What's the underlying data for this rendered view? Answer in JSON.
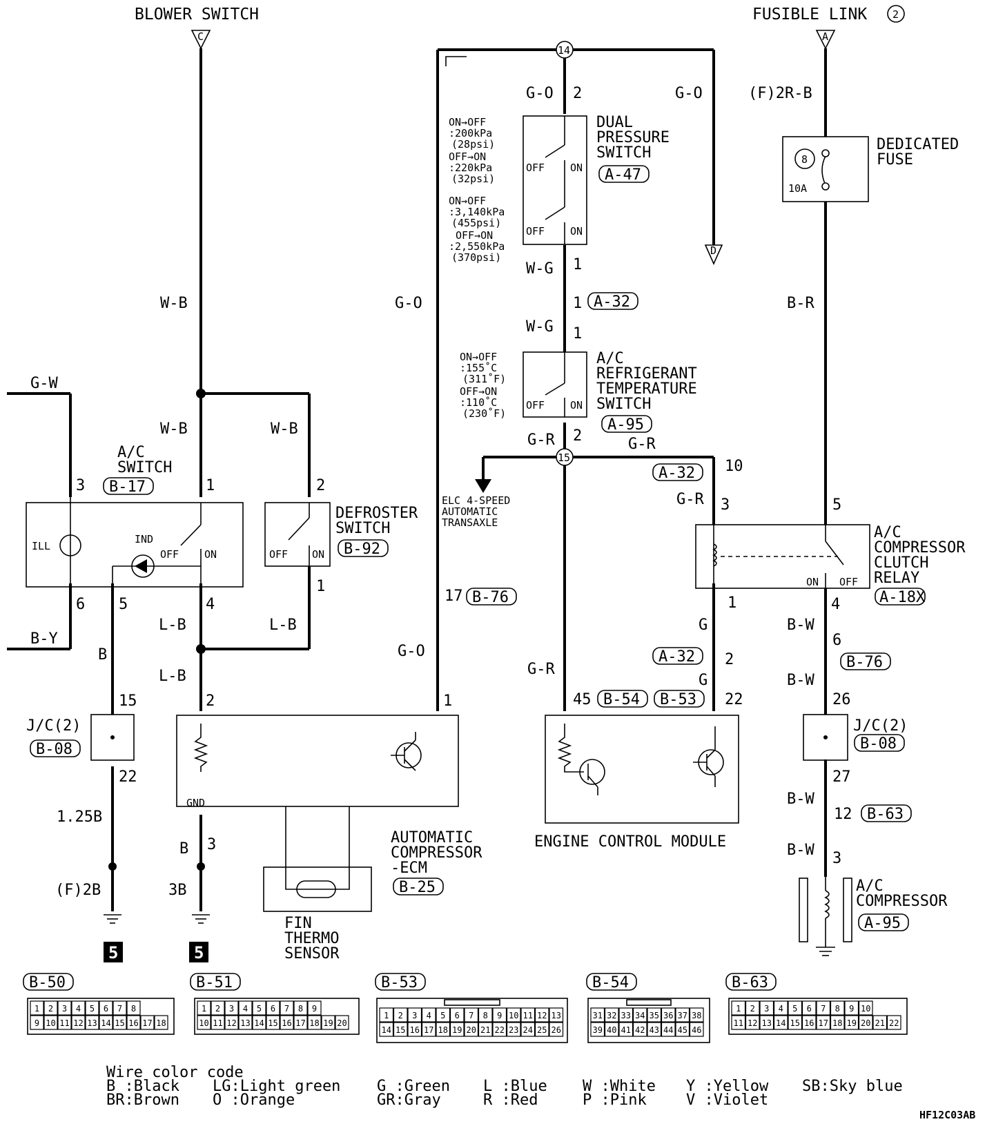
{
  "labels": {
    "blower_switch": "BLOWER SWITCH",
    "fusible_link": "FUSIBLE LINK",
    "fusible_link_num": "2",
    "conn_c": "C",
    "conn_a": "A",
    "conn_d": "D",
    "dual_pressure_switch": [
      "DUAL",
      "PRESSURE",
      "SWITCH"
    ],
    "dedicated_fuse": [
      "DEDICATED",
      "FUSE"
    ],
    "fuse_num": "8",
    "fuse_amp": "10A",
    "ac_switch": [
      "A/C",
      "SWITCH"
    ],
    "defroster_switch": [
      "DEFROSTER",
      "SWITCH"
    ],
    "refrigerant_switch": [
      "A/C",
      "REFRIGERANT",
      "TEMPERATURE",
      "SWITCH"
    ],
    "elc": [
      "ELC 4-SPEED",
      "AUTOMATIC",
      "TRANSAXLE"
    ],
    "clutch_relay": [
      "A/C",
      "COMPRESSOR",
      "CLUTCH",
      "RELAY"
    ],
    "auto_comp_ecm": [
      "AUTOMATIC",
      "COMPRESSOR",
      "-ECM"
    ],
    "ecm": "ENGINE CONTROL MODULE",
    "fin_thermo": [
      "FIN",
      "THERMO",
      "SENSOR"
    ],
    "ac_compressor": [
      "A/C",
      "COMPRESSOR"
    ],
    "jc2": "J/C(2)",
    "ill": "ILL",
    "ind": "IND",
    "gnd": "GND",
    "off": "OFF",
    "on": "ON",
    "ground_num": "5",
    "junction_14": "14",
    "junction_15": "15",
    "image_code": "HF12C03AB",
    "pressure_notes": [
      "ON→OFF",
      ":200kPa",
      "(28psi)",
      "OFF→ON",
      ":220kPa",
      "(32psi)",
      "ON→OFF",
      ":3,140kPa",
      "(455psi)",
      "OFF→ON",
      ":2,550kPa",
      "(370psi)"
    ],
    "temp_notes": [
      "ON→OFF",
      ":155˚C",
      "(311˚F)",
      "OFF→ON",
      ":110˚C",
      "(230˚F)"
    ]
  },
  "wires": {
    "w_b": "W-B",
    "g_w": "G-W",
    "b_y": "B-Y",
    "b": "B",
    "l_b": "L-B",
    "b125": "1.25B",
    "f2b": "(F)2B",
    "b3": "3B",
    "g_o": "G-O",
    "w_g": "W-G",
    "g_r": "G-R",
    "g": "G",
    "f2rb": "(F)2R-B",
    "b_r": "B-R",
    "b_w": "B-W"
  },
  "refs": {
    "a47": "A-47",
    "a32": "A-32",
    "a95": "A-95",
    "b17": "B-17",
    "b92": "B-92",
    "b76": "B-76",
    "b08": "B-08",
    "b25": "B-25",
    "b54": "B-54",
    "b53": "B-53",
    "a18x": "A-18X",
    "b63": "B-63",
    "b50": "B-50",
    "b51": "B-51"
  },
  "pins": {
    "p1": "1",
    "p2": "2",
    "p3": "3",
    "p4": "4",
    "p5": "5",
    "p6": "6",
    "p10": "10",
    "p12": "12",
    "p15": "15",
    "p17": "17",
    "p22": "22",
    "p26": "26",
    "p27": "27",
    "p45": "45"
  },
  "connectors": {
    "b50": {
      "row1": [
        "1",
        "2",
        "3",
        "4",
        "5",
        "6",
        "7",
        "8"
      ],
      "row2": [
        "9",
        "10",
        "11",
        "12",
        "13",
        "14",
        "15",
        "16",
        "17",
        "18"
      ]
    },
    "b51": {
      "row1": [
        "1",
        "2",
        "3",
        "4",
        "5",
        "6",
        "7",
        "8",
        "9"
      ],
      "row2": [
        "10",
        "11",
        "12",
        "13",
        "14",
        "15",
        "16",
        "17",
        "18",
        "19",
        "20"
      ]
    },
    "b53": {
      "row1": [
        "1",
        "2",
        "3",
        "4",
        "5",
        "6",
        "7",
        "8",
        "9",
        "10",
        "11",
        "12",
        "13"
      ],
      "row2": [
        "14",
        "15",
        "16",
        "17",
        "18",
        "19",
        "20",
        "21",
        "22",
        "23",
        "24",
        "25",
        "26"
      ]
    },
    "b54": {
      "row1": [
        "31",
        "32",
        "33",
        "34",
        "35",
        "36",
        "37",
        "38"
      ],
      "row2": [
        "39",
        "40",
        "41",
        "42",
        "43",
        "44",
        "45",
        "46"
      ]
    },
    "b63": {
      "row1": [
        "1",
        "2",
        "3",
        "4",
        "5",
        "6",
        "7",
        "8",
        "9",
        "10"
      ],
      "row2": [
        "11",
        "12",
        "13",
        "14",
        "15",
        "16",
        "17",
        "18",
        "19",
        "20",
        "21",
        "22"
      ]
    }
  },
  "wire_color_code": {
    "title": "Wire color code",
    "entries": [
      "B :Black",
      "BR:Brown",
      "LG:Light green",
      "O :Orange",
      "G :Green",
      "GR:Gray",
      "L :Blue",
      "R :Red",
      "W :White",
      "P :Pink",
      "Y :Yellow",
      "V :Violet",
      "SB:Sky blue"
    ]
  }
}
